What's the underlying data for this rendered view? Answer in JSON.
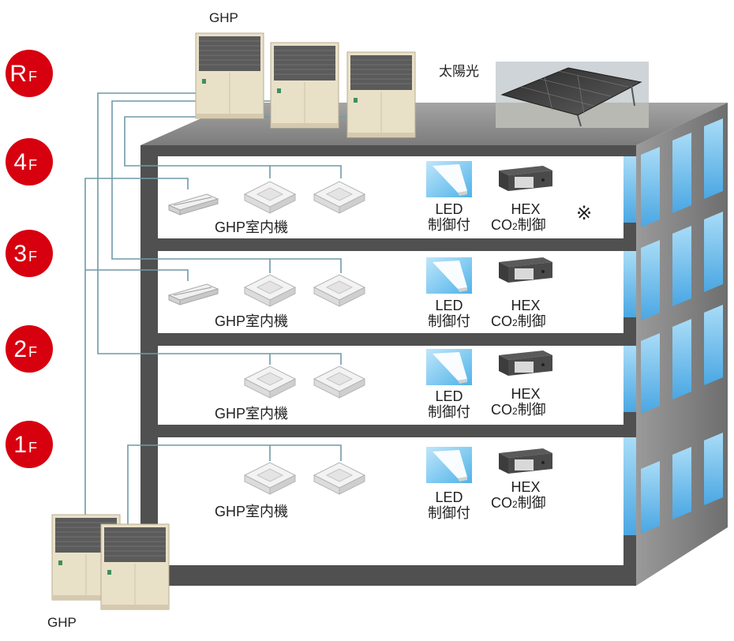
{
  "labels": {
    "ghp_top": "GHP",
    "ghp_bottom": "GHP",
    "solar": "太陽光",
    "note_mark": "※"
  },
  "floors": [
    {
      "main": "R",
      "sub": "F"
    },
    {
      "main": "4",
      "sub": "F"
    },
    {
      "main": "3",
      "sub": "F"
    },
    {
      "main": "2",
      "sub": "F"
    },
    {
      "main": "1",
      "sub": "F"
    }
  ],
  "equipment": {
    "indoor_unit": "GHP室内機",
    "led_line1": "LED",
    "led_line2": "制御付",
    "hex_line1": "HEX",
    "hex_line2_prefix": "CO",
    "hex_line2_sub": "2",
    "hex_line2_suffix": "制御"
  },
  "colors": {
    "badge": "#d7000f",
    "building_frame": "#505050",
    "roof": "#8a8a8a",
    "pipe": "#6f9aa8",
    "window": "#7fc3ee",
    "ghp_body": "#e6dcc4",
    "ghp_fan": "#5a5a5a"
  }
}
